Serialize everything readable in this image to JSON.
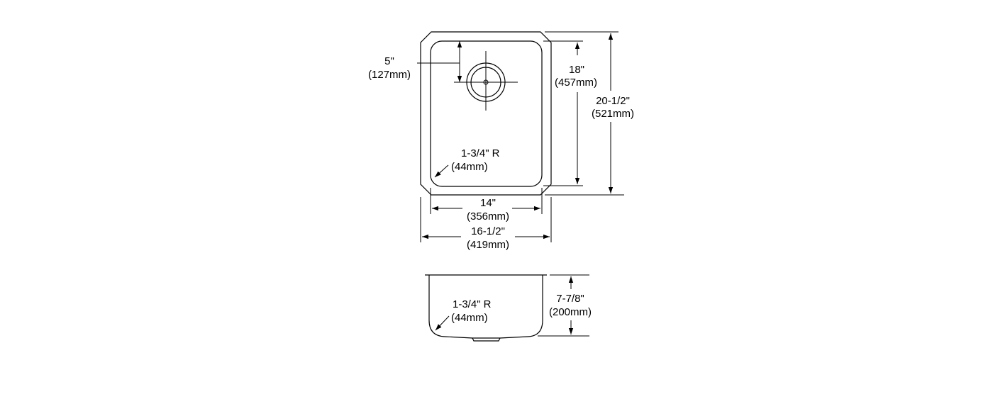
{
  "top_view": {
    "drain_offset": {
      "imperial": "5\"",
      "metric": "(127mm)"
    },
    "inside_length": {
      "imperial": "18\"",
      "metric": "(457mm)"
    },
    "overall_length": {
      "imperial": "20-1/2\"",
      "metric": "(521mm)"
    },
    "corner_radius": {
      "imperial": "1-3/4\" R",
      "metric": "(44mm)"
    },
    "inside_width": {
      "imperial": "14\"",
      "metric": "(356mm)"
    },
    "overall_width": {
      "imperial": "16-1/2\"",
      "metric": "(419mm)"
    }
  },
  "side_view": {
    "corner_radius": {
      "imperial": "1-3/4\" R",
      "metric": "(44mm)"
    },
    "depth": {
      "imperial": "7-7/8\"",
      "metric": "(200mm)"
    }
  }
}
